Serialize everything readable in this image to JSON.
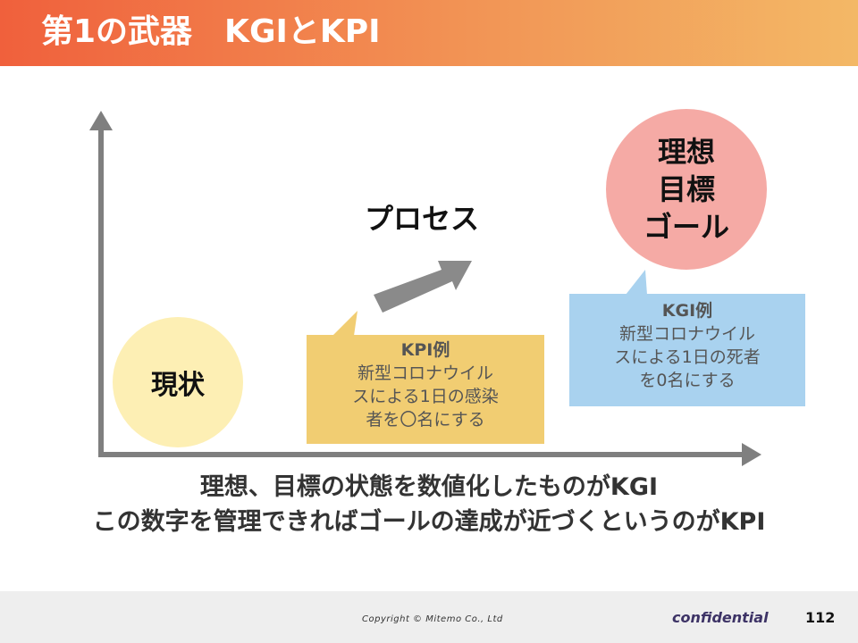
{
  "header": {
    "title": "第1の武器　KGIとKPI"
  },
  "diagram": {
    "current_state_label": "現状",
    "goal_lines": [
      "理想",
      "目標",
      "ゴール"
    ],
    "process_label": "プロセス",
    "kpi_callout": {
      "title": "KPI例",
      "lines": [
        "新型コロナウイル",
        "スによる1日の感染",
        "者を〇名にする"
      ]
    },
    "kgi_callout": {
      "title": "KGI例",
      "lines": [
        "新型コロナウイル",
        "スによる1日の死者",
        "を0名にする"
      ]
    }
  },
  "caption": {
    "line1": "理想、目標の状態を数値化したものがKGI",
    "line2": "この数字を管理できればゴールの達成が近づくというのがKPI"
  },
  "footer": {
    "copyright": "Copyright © Mitemo Co., Ltd",
    "confidential": "confidential",
    "page_number": "112"
  },
  "colors": {
    "header_gradient_start": "#f0603c",
    "header_gradient_end": "#f3b866",
    "axis": "#7f7f7f",
    "current_circle": "#fdefb4",
    "goal_circle": "#f5aaa5",
    "kpi_callout": "#f1cd72",
    "kgi_callout": "#a9d2ef"
  }
}
